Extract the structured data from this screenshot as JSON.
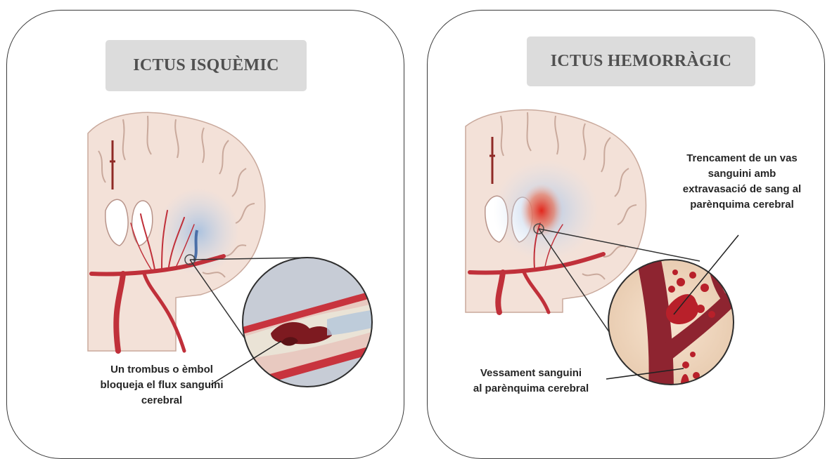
{
  "panels": {
    "ischemic": {
      "title": "ICTUS ISQUÈMIC",
      "caption_lines": [
        "Un trombus o èmbol",
        "bloqueja el flux sanguini",
        "cerebral"
      ]
    },
    "hemorrhagic": {
      "title": "ICTUS HEMORRÀGIC",
      "caption_top_lines": [
        "Trencament de un vas",
        "sanguini amb",
        "extravasació de sang al",
        "parènquima cerebral"
      ],
      "caption_bottom_lines": [
        "Vessament sanguini",
        "al parènquima cerebral"
      ]
    }
  },
  "colors": {
    "title_bg": "#dcdcdc",
    "title_text": "#505050",
    "brain": "#f3e1d8",
    "brain_outline": "#c9a99c",
    "vessel": "#c0303a",
    "clot": "#7d1a20",
    "ischemia_tint": "#b9cde6",
    "hemorrhage_glow": "#e8412e"
  }
}
